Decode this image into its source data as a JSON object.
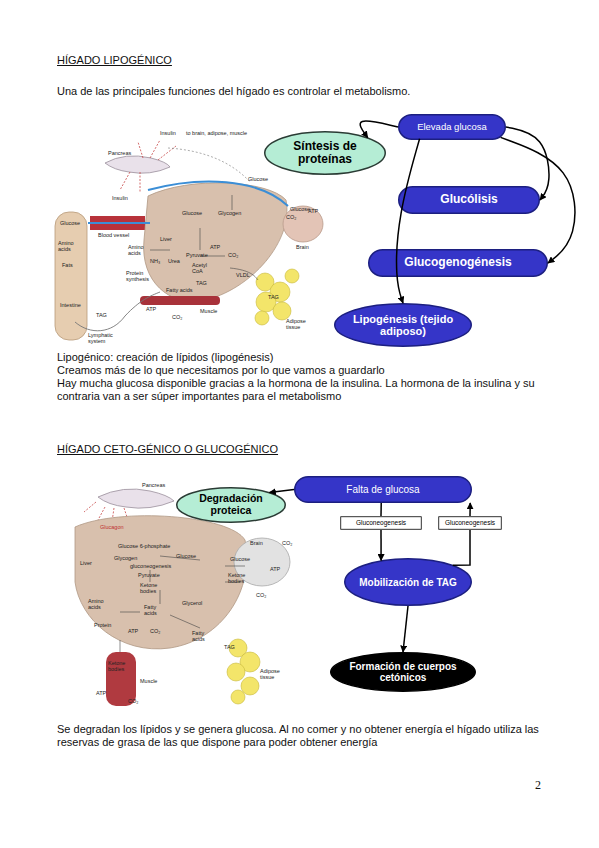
{
  "diagram": {
    "nodes": [
      {
        "text": [
          "Elevada glucosa"
        ]
      },
      {
        "text": [
          "Síntesis de proteínas"
        ]
      },
      {
        "text": [
          "Glucólisis"
        ]
      },
      {
        "text": [
          "Glucogenogénesis"
        ]
      },
      {
        "text": [
          "Lipogénesis (tejido adiposo)"
        ]
      },
      {
        "text": [
          "Degradación proteica"
        ]
      },
      {
        "text": [
          "Falta de glucosa"
        ]
      },
      {
        "text": [
          "Gluconeogenesis"
        ]
      },
      {
        "text": [
          "Gluconeogenesis"
        ]
      },
      {
        "text": [
          "Mobilización de TAG"
        ]
      },
      {
        "text": [
          "Formación de cuerpos cetónicos"
        ]
      }
    ],
    "edges": [
      {
        "from": 0,
        "to": 1,
        "arrow": "to"
      },
      {
        "from": 0,
        "to": 2,
        "arrow": "to"
      },
      {
        "from": 0,
        "to": 3,
        "arrow": "to"
      },
      {
        "from": 0,
        "to": 4,
        "arrow": "to"
      },
      {
        "from": 6,
        "to": 5,
        "arrow": "to"
      },
      {
        "from": 6,
        "to": 7,
        "arrow": "none"
      },
      {
        "from": 7,
        "to": 9,
        "arrow": "to"
      },
      {
        "from": 9,
        "to": 8,
        "arrow": "none"
      },
      {
        "from": 8,
        "to": 6,
        "arrow": "to"
      },
      {
        "from": 9,
        "to": 10,
        "arrow": "to"
      }
    ],
    "labels": [
      "HÍGADO LIPOGÉNICO",
      "Una de las principales funciones del hígado es controlar el metabolismo.",
      "Pancreas",
      "Insulin",
      "to brain, adipose, muscle",
      "Insulin",
      "Glucose",
      "Glucose",
      "Amino acids",
      "Fats",
      "Intestine",
      "Blood vessel",
      "Liver",
      "Glucose",
      "Glycogen",
      "Pyruvate",
      "Amino acids",
      "NH₃",
      "Urea",
      "Protein synthesis",
      "Acetyl CoA",
      "ATP",
      "CO₂",
      "TAG",
      "VLDL",
      "TAG",
      "Adipose tissue",
      "Glucose",
      "ATP",
      "CO₂",
      "Brain",
      "TAG",
      "Lymphatic system",
      "Fatty acids",
      "ATP",
      "Muscle",
      "CO₂",
      "Lipogénico: creación de lípidos (lipogénesis)",
      "Creamos más de lo que necesitamos por lo que vamos a guardarlo",
      "Hay mucha glucosa disponible gracias a la hormona de la insulina. La hormona de la insulina y su contraria van a ser súper importantes para el metabolismo",
      "HÍGADO CETO-GÉNICO O GLUCOGÉNICO",
      "Pancreas",
      "Glucagon",
      "Liver",
      "Glucose 6-phosphate",
      "Glycogen",
      "Glucose",
      "gluconeogenesis",
      "Pyruvate",
      "Ketone bodies",
      "Amino acids",
      "Protein",
      "Fatty acids",
      "ATP",
      "CO₂",
      "Glycerol",
      "Fatty acids",
      "TAG",
      "Adipose tissue",
      "Brain",
      "CO₂",
      "Glucose",
      "Ketone bodies",
      "ATP",
      "CO₂",
      "Ketone bodies",
      "Muscle",
      "ATP",
      "CO₂",
      "Se degradan los lípidos y se genera glucosa. Al no comer y no obtener energía el hígado utiliza las reservas de grasa de las que dispone para poder obtener energía",
      "2"
    ]
  }
}
